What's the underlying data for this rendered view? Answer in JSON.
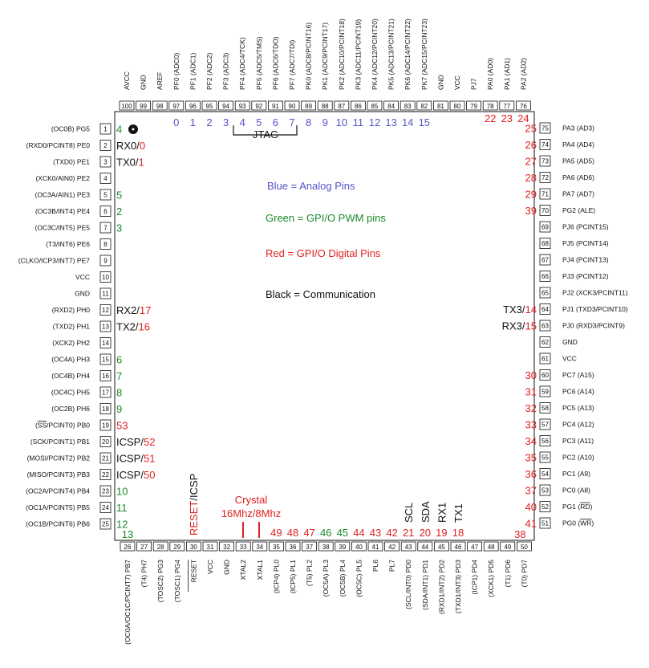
{
  "colors": {
    "blue": "#5555cc",
    "green": "#1b8a2c",
    "red": "#e02020",
    "black": "#111111"
  },
  "left_pins": [
    {
      "num": "1",
      "name": "(OC0B) PG5",
      "ard": [
        {
          "t": "4",
          "c": "green"
        }
      ]
    },
    {
      "num": "2",
      "name": "(RXD0/PCINT8) PE0",
      "ard": [
        {
          "t": "RX0/",
          "c": "black"
        },
        {
          "t": "0",
          "c": "red"
        }
      ]
    },
    {
      "num": "3",
      "name": "(TXD0) PE1",
      "ard": [
        {
          "t": "TX0/",
          "c": "black"
        },
        {
          "t": "1",
          "c": "red"
        }
      ]
    },
    {
      "num": "4",
      "name": "(XCK0/AIN0) PE2",
      "ard": []
    },
    {
      "num": "5",
      "name": "(OC3A/AIN1) PE3",
      "ard": [
        {
          "t": "5",
          "c": "green"
        }
      ]
    },
    {
      "num": "6",
      "name": "(OC3B/INT4) PE4",
      "ard": [
        {
          "t": "2",
          "c": "green"
        }
      ]
    },
    {
      "num": "7",
      "name": "(OC3C/INT5) PE5",
      "ard": [
        {
          "t": "3",
          "c": "green"
        }
      ]
    },
    {
      "num": "8",
      "name": "(T3/INT6) PE6",
      "ard": []
    },
    {
      "num": "9",
      "name": "(CLKO/ICP3/INT7) PE7",
      "ard": []
    },
    {
      "num": "10",
      "name": "VCC",
      "ard": []
    },
    {
      "num": "11",
      "name": "GND",
      "ard": []
    },
    {
      "num": "12",
      "name": "(RXD2) PH0",
      "ard": [
        {
          "t": "RX2/",
          "c": "black"
        },
        {
          "t": "17",
          "c": "red"
        }
      ]
    },
    {
      "num": "13",
      "name": "(TXD2) PH1",
      "ard": [
        {
          "t": "TX2/",
          "c": "black"
        },
        {
          "t": "16",
          "c": "red"
        }
      ]
    },
    {
      "num": "14",
      "name": "(XCK2) PH2",
      "ard": []
    },
    {
      "num": "15",
      "name": "(OC4A) PH3",
      "ard": [
        {
          "t": "6",
          "c": "green"
        }
      ]
    },
    {
      "num": "16",
      "name": "(OC4B) PH4",
      "ard": [
        {
          "t": "7",
          "c": "green"
        }
      ]
    },
    {
      "num": "17",
      "name": "(OC4C) PH5",
      "ard": [
        {
          "t": "8",
          "c": "green"
        }
      ]
    },
    {
      "num": "18",
      "name": "(OC2B) PH6",
      "ard": [
        {
          "t": "9",
          "c": "green"
        }
      ]
    },
    {
      "num": "19",
      "name": "(SS/PCINT0) PB0",
      "ard": [
        {
          "t": "53",
          "c": "red"
        }
      ]
    },
    {
      "num": "20",
      "name": "(SCK/PCINT1) PB1",
      "ard": [
        {
          "t": "ICSP/",
          "c": "black"
        },
        {
          "t": "52",
          "c": "red"
        }
      ]
    },
    {
      "num": "21",
      "name": "(MOSI/PCINT2) PB2",
      "ard": [
        {
          "t": "ICSP/",
          "c": "black"
        },
        {
          "t": "51",
          "c": "red"
        }
      ]
    },
    {
      "num": "22",
      "name": "(MISO/PCINT3) PB3",
      "ard": [
        {
          "t": "ICSP/",
          "c": "black"
        },
        {
          "t": "50",
          "c": "red"
        }
      ]
    },
    {
      "num": "23",
      "name": "(OC2A/PCINT4) PB4",
      "ard": [
        {
          "t": "10",
          "c": "green"
        }
      ]
    },
    {
      "num": "24",
      "name": "(OC1A/PCINT5) PB5",
      "ard": [
        {
          "t": "11",
          "c": "green"
        }
      ]
    },
    {
      "num": "25",
      "name": "(OC1B/PCINT6) PB6",
      "ard": [
        {
          "t": "12",
          "c": "green"
        }
      ]
    }
  ],
  "right_pins": [
    {
      "num": "75",
      "name": "PA3 (AD3)",
      "ard": [
        {
          "t": "25",
          "c": "red"
        }
      ]
    },
    {
      "num": "74",
      "name": "PA4 (AD4)",
      "ard": [
        {
          "t": "26",
          "c": "red"
        }
      ]
    },
    {
      "num": "73",
      "name": "PA5 (AD5)",
      "ard": [
        {
          "t": "27",
          "c": "red"
        }
      ]
    },
    {
      "num": "72",
      "name": "PA6 (AD6)",
      "ard": [
        {
          "t": "28",
          "c": "red"
        }
      ]
    },
    {
      "num": "71",
      "name": "PA7 (AD7)",
      "ard": [
        {
          "t": "29",
          "c": "red"
        }
      ]
    },
    {
      "num": "70",
      "name": "PG2 (ALE)",
      "ard": [
        {
          "t": "39",
          "c": "red"
        }
      ]
    },
    {
      "num": "69",
      "name": "PJ6 (PCINT15)",
      "ard": []
    },
    {
      "num": "68",
      "name": "PJ5 (PCINT14)",
      "ard": []
    },
    {
      "num": "67",
      "name": "PJ4 (PCINT13)",
      "ard": []
    },
    {
      "num": "66",
      "name": "PJ3 (PCINT12)",
      "ard": []
    },
    {
      "num": "65",
      "name": "PJ2 (XCK3/PCINT11)",
      "ard": []
    },
    {
      "num": "64",
      "name": "PJ1 (TXD3/PCINT10)",
      "ard": [
        {
          "t": "TX3/",
          "c": "black"
        },
        {
          "t": "14",
          "c": "red"
        }
      ]
    },
    {
      "num": "63",
      "name": "PJ0 (RXD3/PCINT9)",
      "ard": [
        {
          "t": "RX3/",
          "c": "black"
        },
        {
          "t": "15",
          "c": "red"
        }
      ]
    },
    {
      "num": "62",
      "name": "GND",
      "ard": []
    },
    {
      "num": "61",
      "name": "VCC",
      "ard": []
    },
    {
      "num": "60",
      "name": "PC7 (A15)",
      "ard": [
        {
          "t": "30",
          "c": "red"
        }
      ]
    },
    {
      "num": "59",
      "name": "PC6 (A14)",
      "ard": [
        {
          "t": "31",
          "c": "red"
        }
      ]
    },
    {
      "num": "58",
      "name": "PC5 (A13)",
      "ard": [
        {
          "t": "32",
          "c": "red"
        }
      ]
    },
    {
      "num": "57",
      "name": "PC4 (A12)",
      "ard": [
        {
          "t": "33",
          "c": "red"
        }
      ]
    },
    {
      "num": "56",
      "name": "PC3 (A11)",
      "ard": [
        {
          "t": "34",
          "c": "red"
        }
      ]
    },
    {
      "num": "55",
      "name": "PC2 (A10)",
      "ard": [
        {
          "t": "35",
          "c": "red"
        }
      ]
    },
    {
      "num": "54",
      "name": "PC1 (A9)",
      "ard": [
        {
          "t": "36",
          "c": "red"
        }
      ]
    },
    {
      "num": "53",
      "name": "PC0 (A8)",
      "ard": [
        {
          "t": "37",
          "c": "red"
        }
      ]
    },
    {
      "num": "52",
      "name": "PG1 (RD)",
      "ard": [
        {
          "t": "40",
          "c": "red"
        }
      ]
    },
    {
      "num": "51",
      "name": "PG0 (WR)",
      "ard": [
        {
          "t": "41",
          "c": "red"
        }
      ]
    }
  ],
  "top_pins": [
    {
      "num": "100",
      "name": "AVCC",
      "ard": ""
    },
    {
      "num": "99",
      "name": "GND",
      "ard": ""
    },
    {
      "num": "98",
      "name": "AREF",
      "ard": ""
    },
    {
      "num": "97",
      "name": "PF0 (ADC0)",
      "ard": "0",
      "c": "blue"
    },
    {
      "num": "96",
      "name": "PF1 (ADC1)",
      "ard": "1",
      "c": "blue"
    },
    {
      "num": "95",
      "name": "PF2 (ADC2)",
      "ard": "2",
      "c": "blue"
    },
    {
      "num": "94",
      "name": "PF3 (ADC3)",
      "ard": "3",
      "c": "blue"
    },
    {
      "num": "93",
      "name": "PF4 (ADC4/TCK)",
      "ard": "4",
      "c": "blue"
    },
    {
      "num": "92",
      "name": "PF5 (ADC5/TMS)",
      "ard": "5",
      "c": "blue"
    },
    {
      "num": "91",
      "name": "PF6 (ADC6/TDO)",
      "ard": "6",
      "c": "blue"
    },
    {
      "num": "90",
      "name": "PF7 (ADC7/TDI)",
      "ard": "7",
      "c": "blue"
    },
    {
      "num": "89",
      "name": "PK0 (ADC8/PCINT16)",
      "ard": "8",
      "c": "blue"
    },
    {
      "num": "88",
      "name": "PK1 (ADC9/PCINT17)",
      "ard": "9",
      "c": "blue"
    },
    {
      "num": "87",
      "name": "PK2 (ADC10/PCINT18)",
      "ard": "10",
      "c": "blue"
    },
    {
      "num": "86",
      "name": "PK3 (ADC11/PCINT19)",
      "ard": "11",
      "c": "blue"
    },
    {
      "num": "85",
      "name": "PK4 (ADC12/PCINT20)",
      "ard": "12",
      "c": "blue"
    },
    {
      "num": "84",
      "name": "PK5 (ADC13/PCINT21)",
      "ard": "13",
      "c": "blue"
    },
    {
      "num": "83",
      "name": "PK6 (ADC14/PCINT22)",
      "ard": "14",
      "c": "blue"
    },
    {
      "num": "82",
      "name": "PK7 (ADC15/PCINT23)",
      "ard": "15",
      "c": "blue"
    },
    {
      "num": "81",
      "name": "GND",
      "ard": ""
    },
    {
      "num": "80",
      "name": "VCC",
      "ard": ""
    },
    {
      "num": "79",
      "name": "PJ7",
      "ard": ""
    },
    {
      "num": "78",
      "name": "PA0 (AD0)",
      "ard": "22",
      "c": "red"
    },
    {
      "num": "77",
      "name": "PA1 (AD1)",
      "ard": "23",
      "c": "red"
    },
    {
      "num": "76",
      "name": "PA2 (AD2)",
      "ard": "24",
      "c": "red"
    }
  ],
  "bottom_pins": [
    {
      "num": "26",
      "name": "(OC0A/OC1C/PCINT7) PB7",
      "ard": "13",
      "c": "green"
    },
    {
      "num": "27",
      "name": "(T4) PH7",
      "ard": ""
    },
    {
      "num": "28",
      "name": "(TOSC2) PG3",
      "ard": ""
    },
    {
      "num": "29",
      "name": "(TOSC1) PG4",
      "ard": ""
    },
    {
      "num": "30",
      "name": "RESET",
      "ard": "",
      "over": true
    },
    {
      "num": "31",
      "name": "VCC",
      "ard": ""
    },
    {
      "num": "32",
      "name": "GND",
      "ard": ""
    },
    {
      "num": "33",
      "name": "XTAL2",
      "ard": ""
    },
    {
      "num": "34",
      "name": "XTAL1",
      "ard": ""
    },
    {
      "num": "35",
      "name": "(ICP4) PL0",
      "ard": "49",
      "c": "red"
    },
    {
      "num": "36",
      "name": "(ICP5) PL1",
      "ard": "48",
      "c": "red"
    },
    {
      "num": "37",
      "name": "(T5) PL2",
      "ard": "47",
      "c": "red"
    },
    {
      "num": "38",
      "name": "(OC5A) PL3",
      "ard": "46",
      "c": "green"
    },
    {
      "num": "39",
      "name": "(OC5B) PL4",
      "ard": "45",
      "c": "green"
    },
    {
      "num": "40",
      "name": "(OC5C) PL5",
      "ard": "44",
      "c": "red"
    },
    {
      "num": "41",
      "name": "PL6",
      "ard": "43",
      "c": "red"
    },
    {
      "num": "42",
      "name": "PL7",
      "ard": "42",
      "c": "red"
    },
    {
      "num": "43",
      "name": "(SCL/INT0) PD0",
      "ard": "21",
      "c": "red",
      "comm": "SCL"
    },
    {
      "num": "44",
      "name": "(SDA/INT1) PD1",
      "ard": "20",
      "c": "red",
      "comm": "SDA"
    },
    {
      "num": "45",
      "name": "(RXD1/INT2) PD2",
      "ard": "19",
      "c": "red",
      "comm": "RX1"
    },
    {
      "num": "46",
      "name": "(TXD1/INT3) PD3",
      "ard": "18",
      "c": "red",
      "comm": "TX1"
    },
    {
      "num": "47",
      "name": "(ICP1) PD4",
      "ard": ""
    },
    {
      "num": "48",
      "name": "(XCK1) PD5",
      "ard": ""
    },
    {
      "num": "49",
      "name": "(T1) PD6",
      "ard": ""
    },
    {
      "num": "50",
      "name": "(T0) PD7",
      "ard": "38",
      "c": "red"
    }
  ],
  "jtag_label": "JTAG",
  "crystal_label": "Crystal",
  "crystal_freq": "16Mhz/8Mhz",
  "reset_label": "RESET",
  "reset_icsp": "/ICSP",
  "legend": [
    {
      "text": "Blue = Analog Pins",
      "c": "blue"
    },
    {
      "text": "Green = GPI/O PWM pins",
      "c": "green"
    },
    {
      "text": "Red = GPI/O Digital Pins",
      "c": "red"
    },
    {
      "text": "Black = Communication",
      "c": "black"
    }
  ]
}
